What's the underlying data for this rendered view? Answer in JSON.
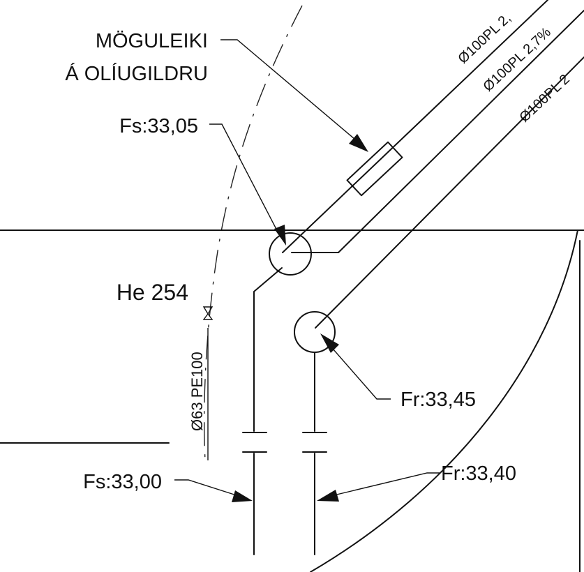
{
  "labels": {
    "pipe_top_1": "Ø100PL 2,",
    "pipe_top_2": "Ø100PL 2,7%",
    "pipe_top_3": "Ø100PL 2",
    "oil_trap_line1": "MÖGULEIKI",
    "oil_trap_line2": "Á OLÍUGILDRU",
    "fs_upper": "Fs:33,05",
    "he": "He 254",
    "pe_pipe": "Ø63 PE100",
    "fr_upper": "Fr:33,45",
    "fs_lower": "Fs:33,00",
    "fr_lower": "Fr:33,40"
  },
  "colors": {
    "ink": "#111111",
    "paper": "#ffffff"
  }
}
